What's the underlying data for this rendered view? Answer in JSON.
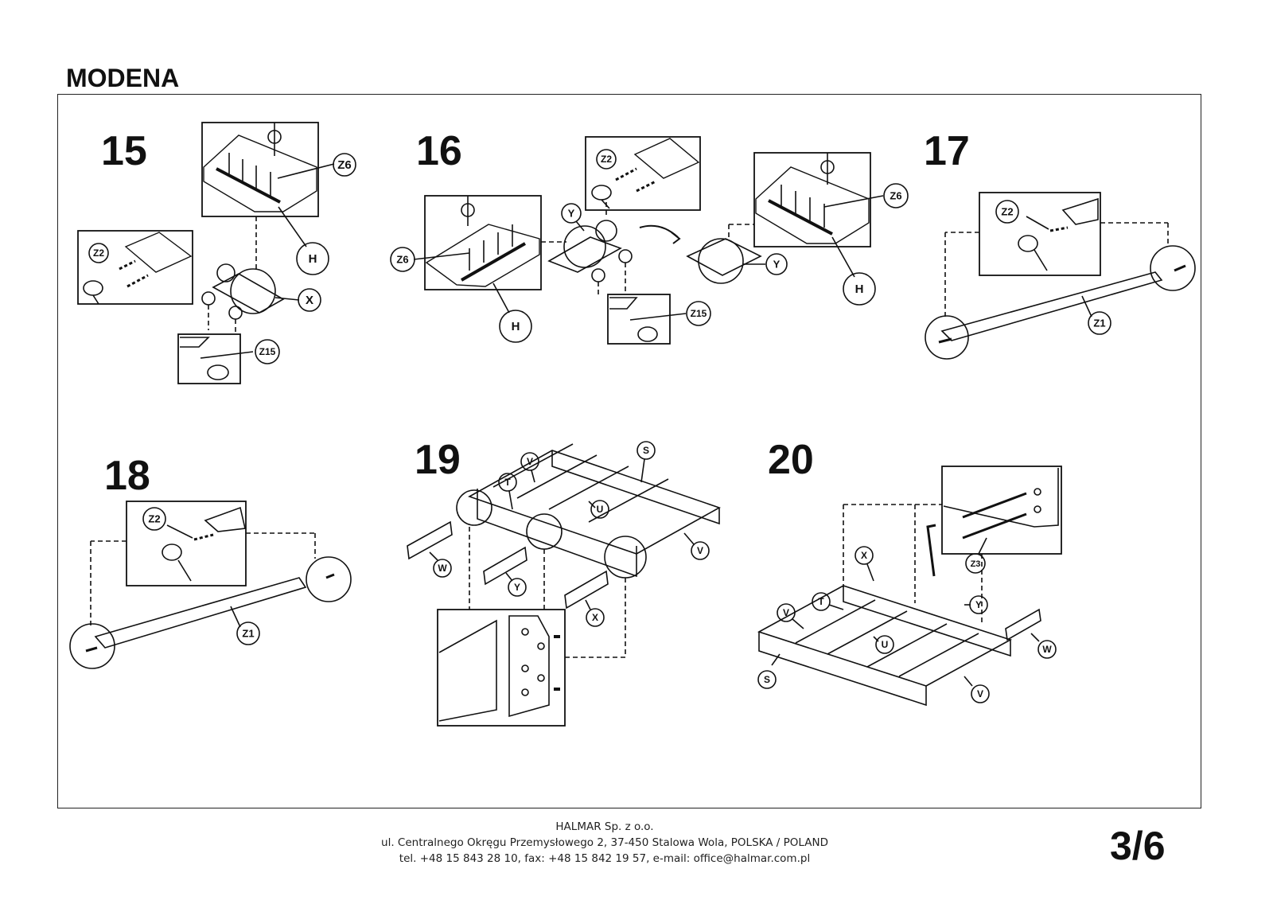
{
  "document_title": "MODENA",
  "steps": [
    {
      "number": "15",
      "labels": [
        "Z6",
        "H",
        "Z2",
        "X",
        "Z15"
      ]
    },
    {
      "number": "16",
      "labels": [
        "Z6",
        "H",
        "Z2",
        "Y",
        "Z6",
        "Y",
        "H",
        "Z15"
      ]
    },
    {
      "number": "17",
      "labels": [
        "Z2",
        "Z1"
      ]
    },
    {
      "number": "18",
      "labels": [
        "Z2",
        "Z1"
      ]
    },
    {
      "number": "19",
      "labels": [
        "S",
        "V",
        "T",
        "U",
        "V",
        "W",
        "Y",
        "X"
      ]
    },
    {
      "number": "20",
      "labels": [
        "Z3",
        "X",
        "T",
        "V",
        "Y",
        "U",
        "W",
        "S",
        "V"
      ]
    }
  ],
  "footer": {
    "company": "HALMAR Sp. z o.o.",
    "address": "ul. Centralnego Okręgu Przemysłowego 2, 37-450 Stalowa Wola, POLSKA / POLAND",
    "contact": "tel. +48 15 843 28 10, fax: +48 15 842 19 57, e-mail: office@halmar.com.pl"
  },
  "page_number": "3/6"
}
